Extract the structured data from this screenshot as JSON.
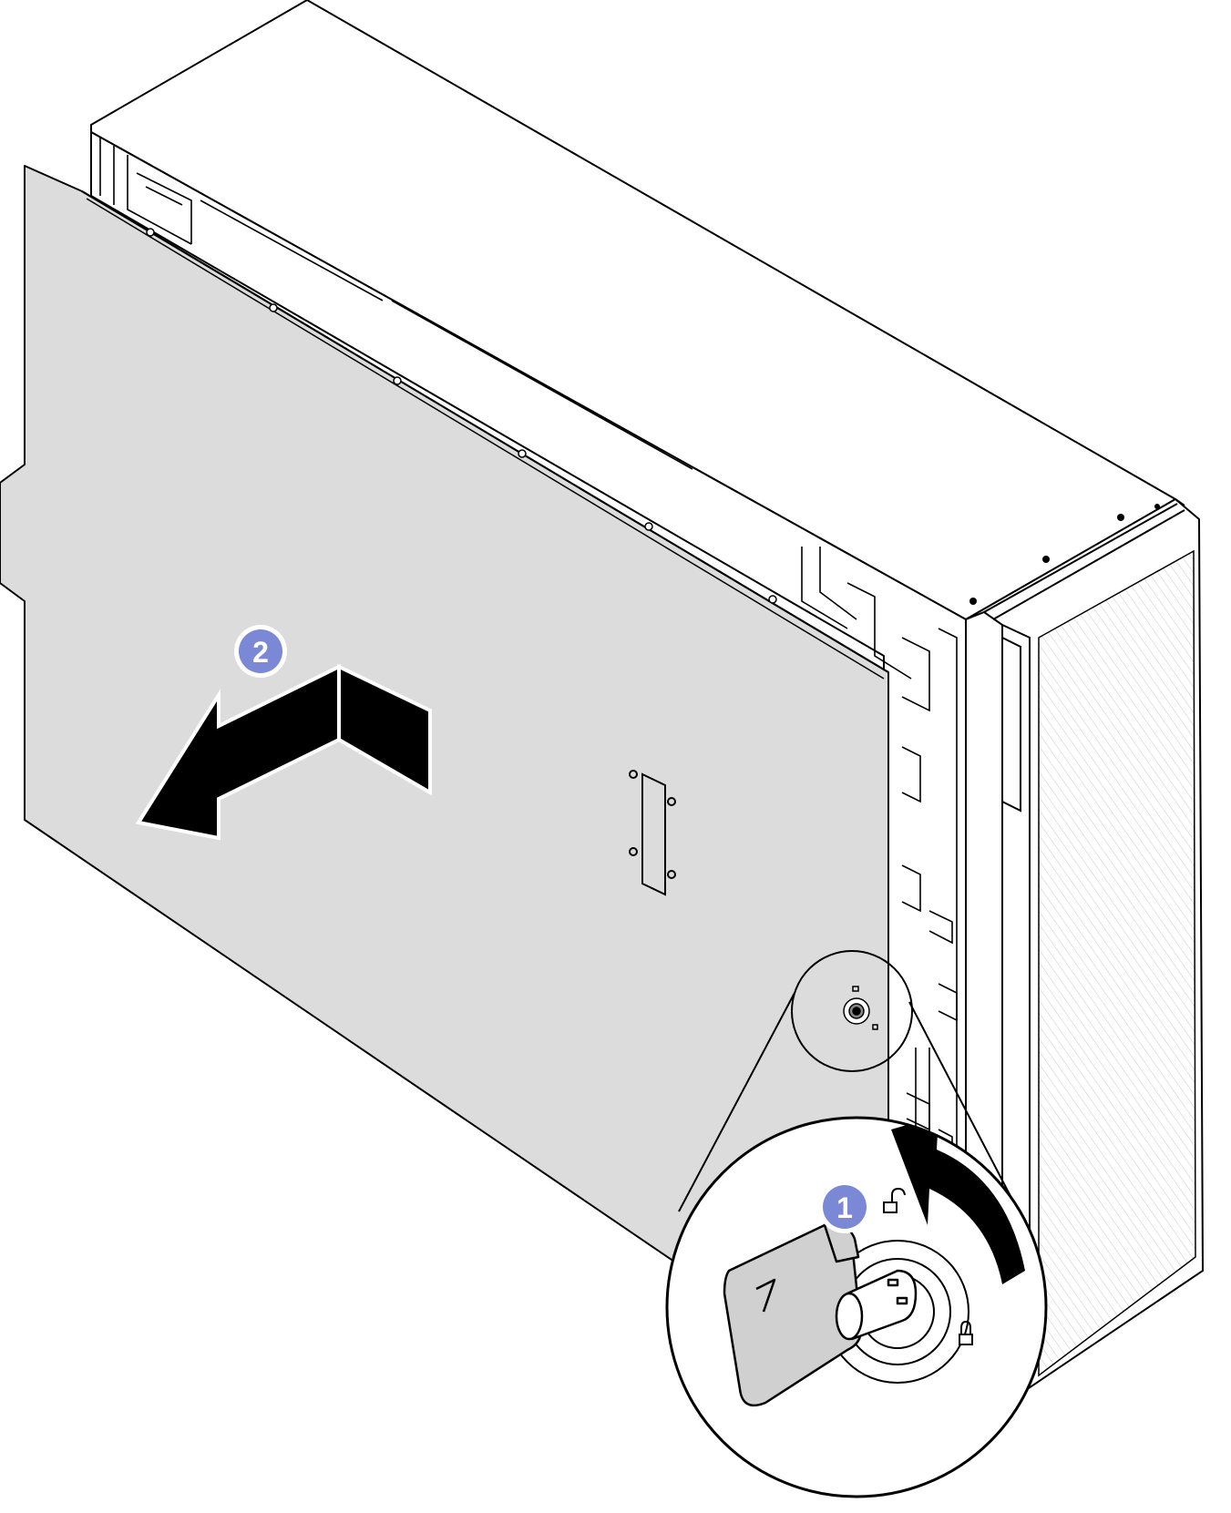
{
  "figure": {
    "description_colors": {
      "line": "#000000",
      "cover": "#dcdcdc",
      "callout": "#7a88d6",
      "background": "#ffffff"
    },
    "callouts": [
      {
        "id": "step-1",
        "label": "1"
      },
      {
        "id": "step-2",
        "label": "2"
      }
    ],
    "icons": [
      "unlock-icon",
      "lock-icon",
      "key-icon",
      "rotate-arrow-icon",
      "slide-arrow-icon"
    ]
  }
}
